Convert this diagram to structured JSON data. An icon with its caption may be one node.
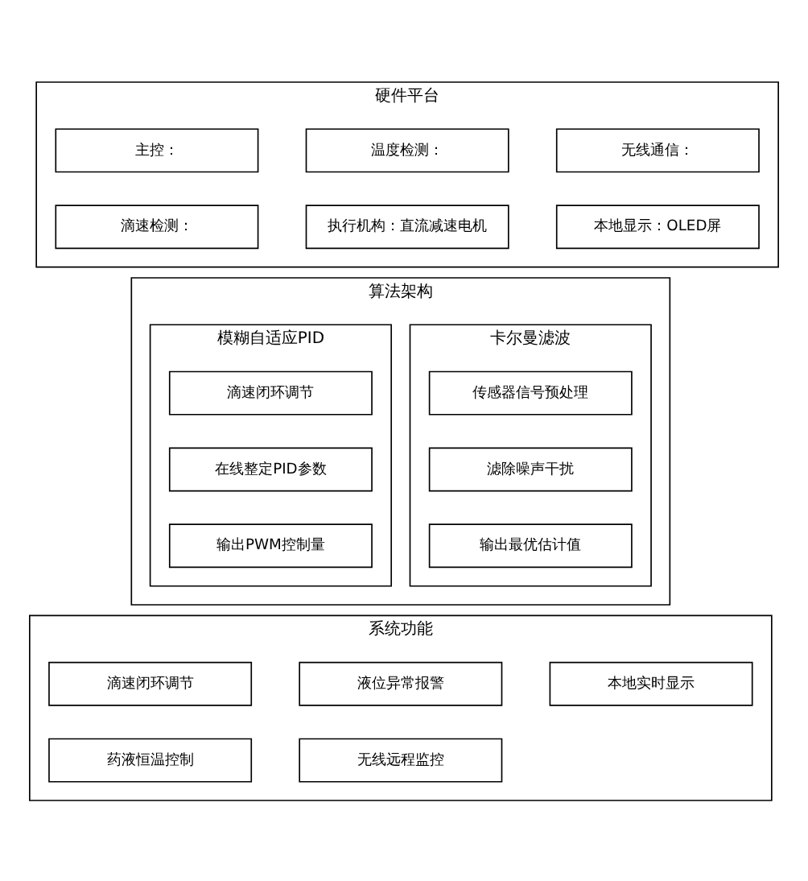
{
  "diagram": {
    "nodes": [
      {
        "text": [
          "硬件平台"
        ]
      },
      {
        "text": [
          "主控："
        ],
        "in": 0
      },
      {
        "text": [
          "温度检测："
        ],
        "in": 0
      },
      {
        "text": [
          "无线通信："
        ],
        "in": 0
      },
      {
        "text": [
          "滴速检测："
        ],
        "in": 0
      },
      {
        "text": [
          "执行机构：直流减速电机"
        ],
        "in": 0
      },
      {
        "text": [
          "本地显示：OLED屏"
        ],
        "in": 0
      },
      {
        "text": [
          "算法架构"
        ]
      },
      {
        "text": [
          "卡尔曼滤波"
        ],
        "in": 7
      },
      {
        "text": [
          "传感器信号预处理"
        ],
        "in": 8
      },
      {
        "text": [
          "滤除噪声干扰"
        ],
        "in": 8
      },
      {
        "text": [
          "输出最优估计值"
        ],
        "in": 8
      },
      {
        "text": [
          "模糊自适应PID"
        ],
        "in": 7
      },
      {
        "text": [
          "滴速闭环调节"
        ],
        "in": 12
      },
      {
        "text": [
          "在线整定PID参数"
        ],
        "in": 12
      },
      {
        "text": [
          "输出PWM控制量"
        ],
        "in": 12
      },
      {
        "text": [
          "系统功能"
        ]
      },
      {
        "text": [
          "滴速闭环调节"
        ],
        "in": 16
      },
      {
        "text": [
          "液位异常报警"
        ],
        "in": 16
      },
      {
        "text": [
          "本地实时显示"
        ],
        "in": 16
      },
      {
        "text": [
          "药液恒温控制"
        ],
        "in": 16
      },
      {
        "text": [
          "无线远程监控"
        ],
        "in": 16
      }
    ],
    "edges": []
  }
}
